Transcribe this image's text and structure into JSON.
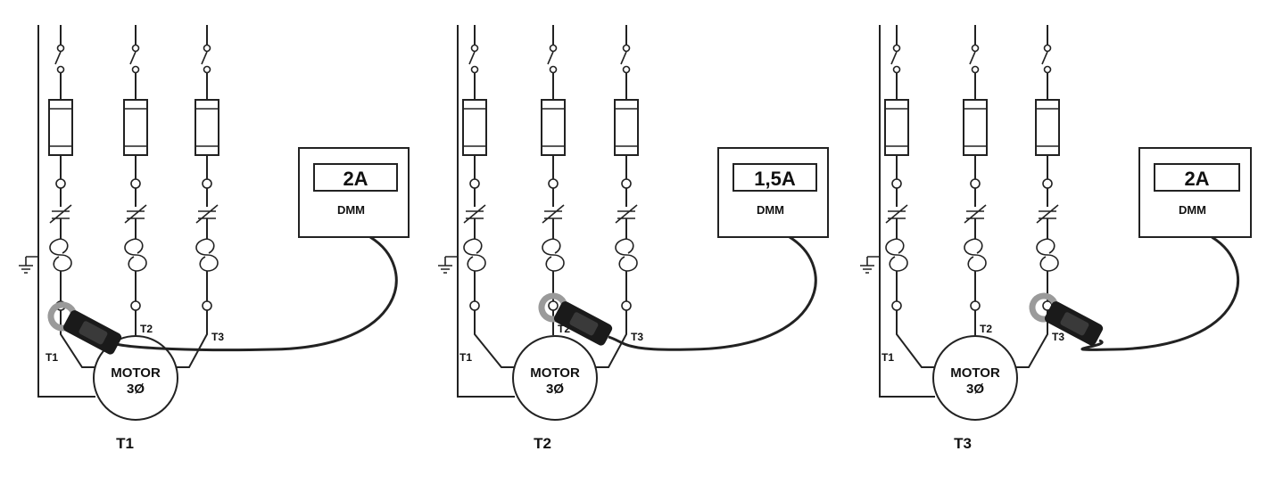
{
  "panels": [
    {
      "id": "t1",
      "caption": "T1",
      "meter": {
        "reading": "2A",
        "label": "DMM"
      },
      "terminals": [
        "T1",
        "T2",
        "T3"
      ],
      "motor": {
        "line1": "MOTOR",
        "line2": "3Ø"
      },
      "clamp_on": "T1"
    },
    {
      "id": "t2",
      "caption": "T2",
      "meter": {
        "reading": "1,5A",
        "label": "DMM"
      },
      "terminals": [
        "T1",
        "T2",
        "T3"
      ],
      "motor": {
        "line1": "MOTOR",
        "line2": "3Ø"
      },
      "clamp_on": "T2"
    },
    {
      "id": "t3",
      "caption": "T3",
      "meter": {
        "reading": "2A",
        "label": "DMM"
      },
      "terminals": [
        "T1",
        "T2",
        "T3"
      ],
      "motor": {
        "line1": "MOTOR",
        "line2": "3Ø"
      },
      "clamp_on": "T3"
    }
  ],
  "colors": {
    "line": "#222222",
    "clamp_body": "#1a1a1a",
    "clamp_jaw": "#9a9a9a"
  },
  "icons": [
    "disconnect-switch-icon",
    "fuse-icon",
    "contact-icon",
    "overload-icon",
    "ground-icon",
    "clamp-meter-icon"
  ]
}
